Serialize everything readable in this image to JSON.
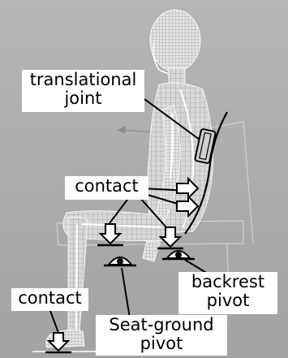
{
  "labels": {
    "translational_joint": "translational\njoint",
    "contact_mid": "contact",
    "contact_foot": "contact",
    "seat_ground_pivot": "Seat-ground\npivot",
    "backrest_pivot": "backrest\npivot"
  },
  "colors": {
    "background": "#a9a9a9",
    "mesh": "#ffffff",
    "arrow": "#000000",
    "label_bg": "#ffffff"
  }
}
